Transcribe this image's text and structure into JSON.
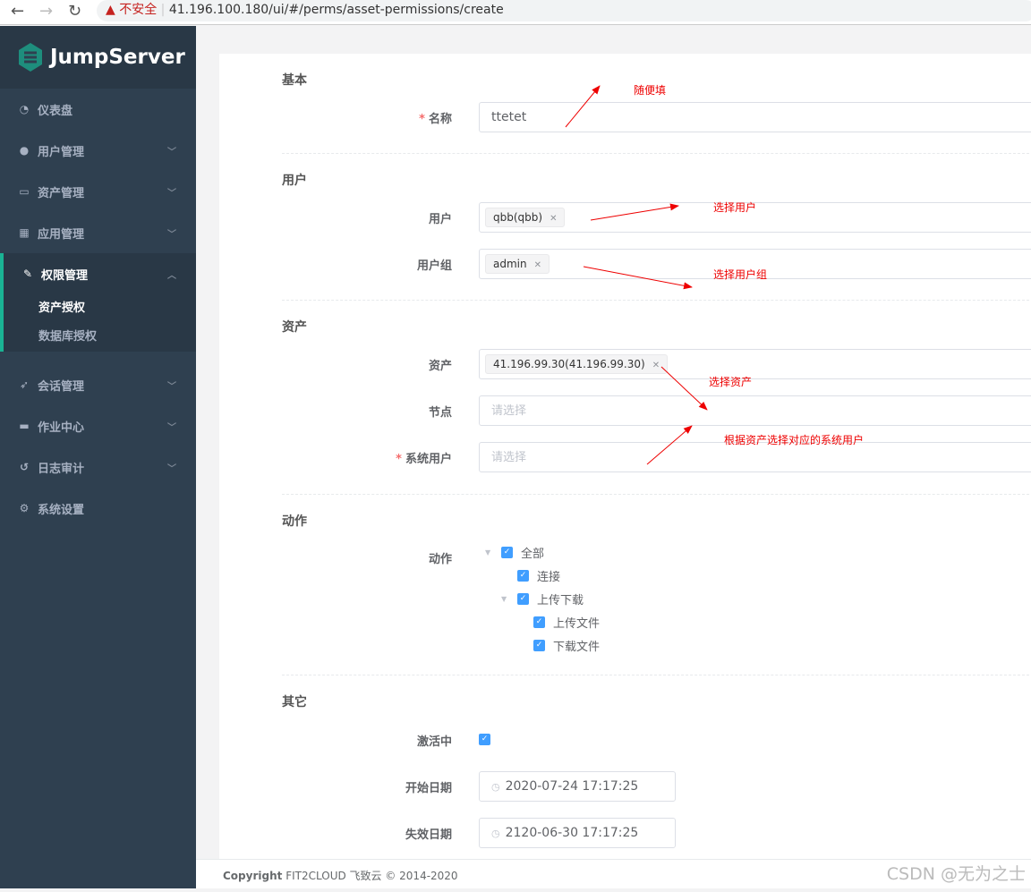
{
  "browser": {
    "insecure_label": "不安全",
    "url": "41.196.100.180/ui/#/perms/asset-permissions/create"
  },
  "sidebar": {
    "brand": "JumpServer",
    "items": [
      {
        "label": "仪表盘",
        "icon": "dashboard-icon"
      },
      {
        "label": "用户管理",
        "icon": "users-icon"
      },
      {
        "label": "资产管理",
        "icon": "inbox-icon"
      },
      {
        "label": "应用管理",
        "icon": "grid-icon"
      },
      {
        "label": "权限管理",
        "icon": "edit-icon",
        "subitems": [
          {
            "label": "资产授权",
            "active": true
          },
          {
            "label": "数据库授权"
          }
        ]
      },
      {
        "label": "会话管理",
        "icon": "rocket-icon"
      },
      {
        "label": "作业中心",
        "icon": "coffee-icon"
      },
      {
        "label": "日志审计",
        "icon": "history-icon"
      },
      {
        "label": "系统设置",
        "icon": "gears-icon"
      }
    ],
    "accent": "#1ab394"
  },
  "form": {
    "basic": {
      "title": "基本",
      "name_label": "名称",
      "name_value": "ttetet"
    },
    "users": {
      "title": "用户",
      "user_label": "用户",
      "user_tag": "qbb(qbb)",
      "group_label": "用户组",
      "group_tag": "admin"
    },
    "assets": {
      "title": "资产",
      "asset_label": "资产",
      "asset_tag": "41.196.99.30(41.196.99.30)",
      "node_label": "节点",
      "node_placeholder": "请选择",
      "sysuser_label": "系统用户",
      "sysuser_placeholder": "请选择"
    },
    "actions": {
      "title": "动作",
      "label": "动作",
      "tree": [
        {
          "label": "全部",
          "checked": true
        },
        {
          "label": "连接",
          "checked": true
        },
        {
          "label": "上传下载",
          "checked": true
        },
        {
          "label": "上传文件",
          "checked": true
        },
        {
          "label": "下载文件",
          "checked": true
        }
      ]
    },
    "other": {
      "title": "其它",
      "active_label": "激活中",
      "active": true,
      "start_label": "开始日期",
      "start_value": "2020-07-24 17:17:25",
      "end_label": "失效日期",
      "end_value": "2120-06-30 17:17:25"
    }
  },
  "annotations": [
    "随便填",
    "选择用户",
    "选择用户组",
    "选择资产",
    "根据资产选择对应的系统用户"
  ],
  "footer": {
    "copyright": "Copyright",
    "text": "FIT2CLOUD 飞致云 © 2014-2020"
  },
  "watermark": "CSDN @无为之士"
}
